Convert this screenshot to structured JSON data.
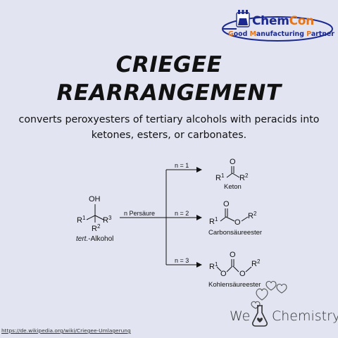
{
  "logo": {
    "name_part1": "Chem",
    "name_part2": "Con",
    "tagline_g": "G",
    "tagline_1": "ood ",
    "tagline_m": "M",
    "tagline_2": "anufacturing ",
    "tagline_p": "P",
    "tagline_3": "artner",
    "icon": "chemcon-flask-icon"
  },
  "title_line1": "CRIEGEE",
  "title_line2": "REARRANGEMENT",
  "subtitle": "converts peroxyesters of tertiary alcohols with peracids into ketones, esters, or carbonates.",
  "scheme": {
    "oh": "OH",
    "r1": "R",
    "r1_sup": "1",
    "r2": "R",
    "r2_sup": "2",
    "r3": "R",
    "r3_sup": "3",
    "reactant_prefix": "tert.",
    "reactant_suffix": "-Alkohol",
    "reagent": "n  Persäure",
    "branch1": "n = 1",
    "branch2": "n = 2",
    "branch3": "n = 3",
    "o": "O",
    "product1": "Keton",
    "product2": "Carbonsäureester",
    "product3": "Kohlensäureester"
  },
  "branding": {
    "we": "We",
    "chemistry": "Chemistry",
    "icon": "heart-flask-icon"
  },
  "source_url": "https://de.wikipedia.org/wiki/Criegee-Umlagerung",
  "colors": {
    "background": "#e2e5f1",
    "brand_blue": "#1c2a8f",
    "brand_orange": "#e4751b"
  }
}
